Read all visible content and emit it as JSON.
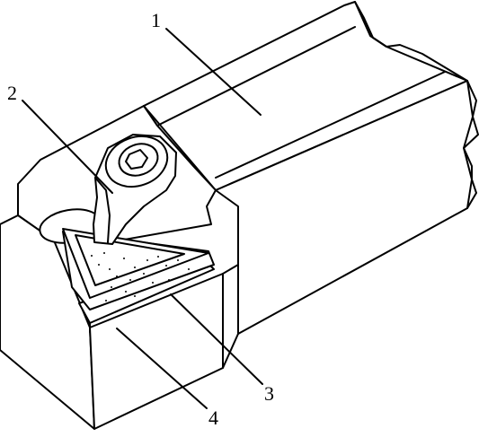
{
  "callouts": [
    {
      "label": "1",
      "part": "tool-shank"
    },
    {
      "label": "2",
      "part": "clamp"
    },
    {
      "label": "3",
      "part": "cutting-insert"
    },
    {
      "label": "4",
      "part": "shim"
    }
  ]
}
